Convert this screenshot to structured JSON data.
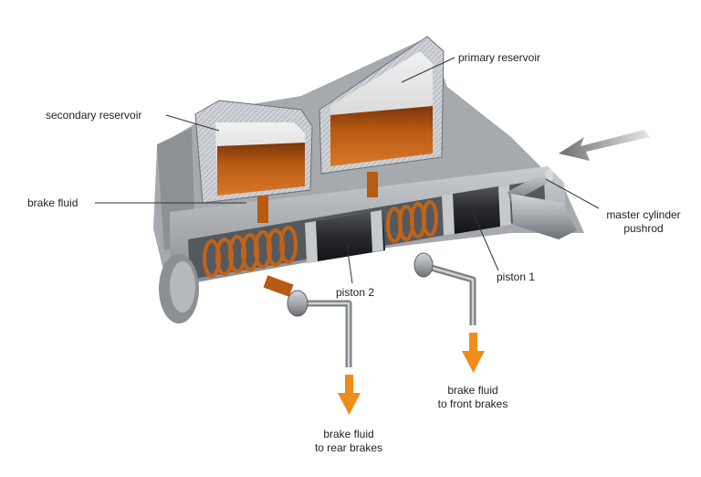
{
  "labels": {
    "primary_reservoir": "primary reservoir",
    "secondary_reservoir": "secondary reservoir",
    "brake_fluid": "brake fluid",
    "master_cylinder_pushrod_line1": "master cylinder",
    "master_cylinder_pushrod_line2": "pushrod",
    "piston_1": "piston 1",
    "piston_2": "piston 2",
    "front_brakes_line1": "brake fluid",
    "front_brakes_line2": "to front brakes",
    "rear_brakes_line1": "brake fluid",
    "rear_brakes_line2": "to rear brakes"
  },
  "colors": {
    "fluid": "#b85a12",
    "fluid_dark": "#6e300a",
    "arrow_orange": "#f08c1a",
    "arrow_grey": "#7a7a7a",
    "metal": "#a9adb2",
    "metal_dark": "#5b5f64",
    "piston": "#2a2c2f"
  }
}
